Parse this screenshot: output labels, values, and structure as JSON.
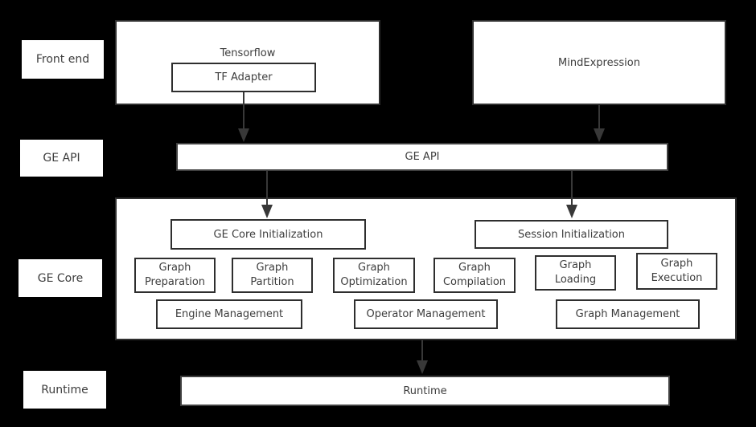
{
  "colors": {
    "background": "#000000",
    "box_fill": "#ffffff",
    "box_border": "#2e2e2e",
    "text": "#3d3d3d",
    "arrow": "#383838"
  },
  "row_labels": {
    "front_end": "Front end",
    "ge_api": "GE API",
    "ge_core": "GE Core",
    "runtime": "Runtime"
  },
  "front_end": {
    "tensorflow": "Tensorflow",
    "tf_adapter": "TF Adapter",
    "mind_expression": "MindExpression"
  },
  "ge_api": {
    "label": "GE API"
  },
  "ge_core": {
    "ge_core_initialization": "GE Core Initialization",
    "session_initialization": "Session Initialization",
    "function_boxes": [
      "Graph\nPreparation",
      "Graph\nPartition",
      "Graph\nOptimization",
      "Graph\nCompilation",
      "Graph\nLoading",
      "Graph\nExecution"
    ],
    "management_boxes": [
      "Engine Management",
      "Operator Management",
      "Graph Management"
    ]
  },
  "runtime": {
    "label": "Runtime"
  }
}
